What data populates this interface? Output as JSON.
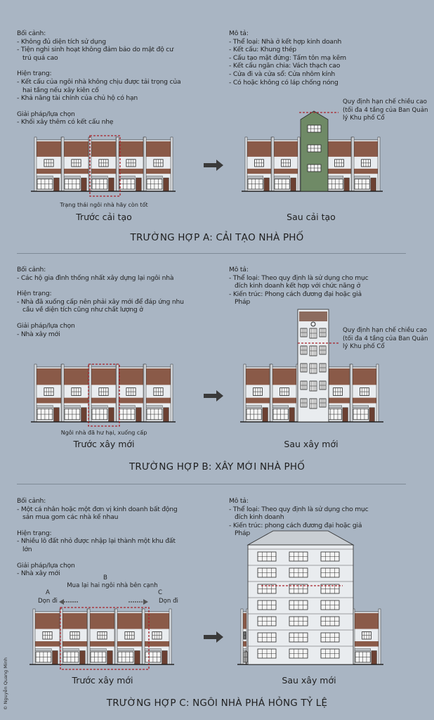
{
  "cases": [
    {
      "left": [
        {
          "heading": "Bối cảnh:",
          "items": [
            "- Không đủ diện tích sử dụng",
            "- Tiện nghi sinh hoạt không đảm bảo do mật độ cư trú quá cao"
          ]
        },
        {
          "heading": "Hiện trạng:",
          "items": [
            "- Kết cấu của ngôi nhà không chịu được tải trọng của hai tầng nếu xây kiên cố",
            "- Khả năng tài chính của chủ hộ có hạn"
          ]
        },
        {
          "heading": "Giải pháp/lựa chọn",
          "items": [
            "- Khối xây thêm có kết cấu nhẹ"
          ]
        }
      ],
      "right": {
        "heading": "Mô tả:",
        "items": [
          "- Thể loại: Nhà ở kết hợp kinh doanh",
          "- Kết cấu: Khung thép",
          "- Cấu tạo mặt đứng: Tấm tôn mạ kẽm",
          "- Kết cấu ngăn chia: Vách thạch cao",
          "- Cửa đi và cửa sổ: Cửa nhôm kính",
          "- Có hoặc không có láp chống nóng"
        ]
      },
      "height_note": "Quy định hạn chế chiều cao (tối đa 4 tầng của Ban Quản lý Khu phố Cổ",
      "before_note": "Trạng thái ngôi nhà hãy còn tốt",
      "before_caption": "Trước cải tạo",
      "after_caption": "Sau cải tạo",
      "title": "TRƯỜNG HỢP A: CẢI TẠO NHÀ PHỐ"
    },
    {
      "left": [
        {
          "heading": "Bối cảnh:",
          "items": [
            "- Các hộ gia đình thống nhất xây dựng lại ngôi nhà"
          ]
        },
        {
          "heading": "Hiện trạng:",
          "items": [
            "- Nhà đã xuống cấp nên phải xây mới để đáp ứng nhu cầu về diện tích cũng như chất lượng ở"
          ]
        },
        {
          "heading": "Giải pháp/lựa chọn",
          "items": [
            "- Nhà xây mới"
          ]
        }
      ],
      "right": {
        "heading": "Mô tả:",
        "items": [
          "- Thể loại: Theo quy định là sử dụng cho mục đích kinh doanh kết hợp với chức năng ở",
          "- Kiến trúc: Phong cách đương đại hoặc giả Pháp"
        ]
      },
      "height_note": "Quy định hạn chế chiều cao (tối đa 4 tầng của Ban Quản lý Khu phố Cổ",
      "before_note": "Ngôi nhà đã hư hại, xuống cấp",
      "before_caption": "Trước xây mới",
      "after_caption": "Sau xây mới",
      "title": "TRƯỜNG HỢP B: XÂY MỚI NHÀ PHỐ"
    },
    {
      "left": [
        {
          "heading": "Bối cảnh:",
          "items": [
            "- Một cá nhân hoặc một đơn vị kinh doanh bất động sản mua gom các nhà kế nhau"
          ]
        },
        {
          "heading": "Hiện trạng:",
          "items": [
            "- Nhiều lô đất nhỏ được nhập lại thành một khu đất lớn"
          ]
        },
        {
          "heading": "Giải pháp/lựa chọn",
          "items": [
            "- Nhà xây mới"
          ]
        }
      ],
      "right": {
        "heading": "Mô tả:",
        "items": [
          "- Thể loại: Theo quy định là sử dụng cho mục đích kinh doanh",
          "- Kiến trúc: phong cách đương đại hoặc giả Pháp"
        ]
      },
      "labels": {
        "a": "A",
        "a_action": "Dọn đi",
        "b": "B",
        "b_action": "Mua lại hai ngôi nhà bên cạnh",
        "c": "C",
        "c_action": "Dọn đi"
      },
      "before_caption": "Trước xây mới",
      "after_caption": "Sau xây mới",
      "title": "TRƯỜNG HỢP C: NGÔI NHÀ PHÁ HỎNG TỶ LỆ"
    }
  ],
  "credit": "© Nguyễn Quang Minh",
  "colors": {
    "background": "#a9b5c3",
    "roof": "#8a5a48",
    "wall": "#e9ecef",
    "tower": "#6f8a66",
    "dashed": "#a8232a",
    "ink": "#2a2a2a"
  }
}
